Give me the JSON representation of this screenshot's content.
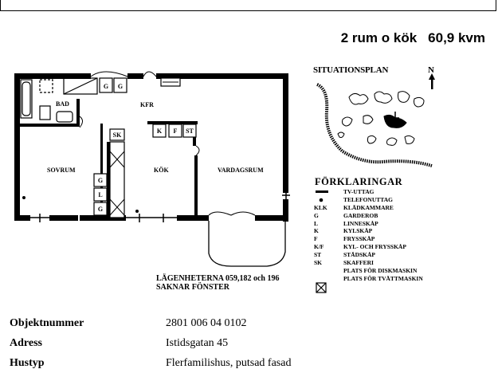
{
  "headline": {
    "rooms": "2 rum o kök",
    "area": "60,9 kvm"
  },
  "plan": {
    "rooms": {
      "bad": "BAD",
      "kfr": "KFR",
      "sovrum": "SOVRUM",
      "kok": "KÖK",
      "vardagsrum": "VARDAGSRUM"
    },
    "fixtures": {
      "g": "G",
      "l": "L",
      "k": "K",
      "f": "F",
      "st": "ST",
      "sk": "SK"
    }
  },
  "situation": {
    "title": "SITUATIONSPLAN",
    "north": "N"
  },
  "legend": {
    "title": "FÖRKLARINGAR",
    "items": [
      {
        "symbol": "",
        "label": "TV-UTTAG"
      },
      {
        "symbol": "",
        "label": "TELEFONUTTAG"
      },
      {
        "symbol": "KLK",
        "label": "KLÄDKAMMARE"
      },
      {
        "symbol": "G",
        "label": "GARDEROB"
      },
      {
        "symbol": "L",
        "label": "LINNESKÅP"
      },
      {
        "symbol": "K",
        "label": "KYLSKÅP"
      },
      {
        "symbol": "F",
        "label": "FRYSSKÅP"
      },
      {
        "symbol": "K/F",
        "label": "KYL- OCH FRYSSKÅP"
      },
      {
        "symbol": "ST",
        "label": "STÄDSKÅP"
      },
      {
        "symbol": "SK",
        "label": "SKAFFERI"
      },
      {
        "symbol": "",
        "label": "PLATS FÖR DISKMASKIN"
      },
      {
        "symbol": "",
        "label": "PLATS FÖR TVÄTTMASKIN"
      }
    ]
  },
  "note": {
    "line1": "LÄGENHETERNA 059,182 och 196",
    "line2": "SAKNAR FÖNSTER"
  },
  "facts": [
    {
      "key": "Objektnummer",
      "value": "2801 006 04 0102"
    },
    {
      "key": "Adress",
      "value": "Istidsgatan 45"
    },
    {
      "key": "Hustyp",
      "value": "Flerfamilishus, putsad fasad"
    }
  ]
}
